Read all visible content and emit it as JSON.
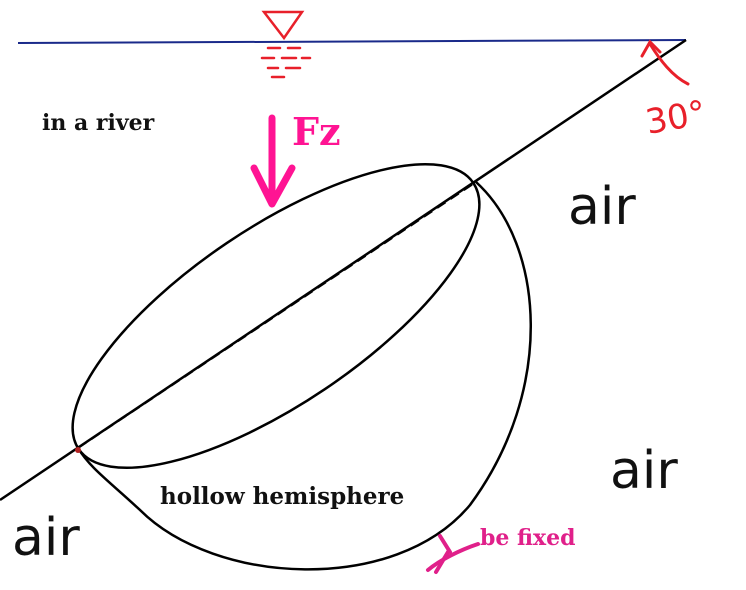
{
  "labels": {
    "region_river": "in a river",
    "force": "Fz",
    "air_right_top": "air",
    "air_right_bottom": "air",
    "air_left": "air",
    "hemisphere": "hollow hemisphere",
    "fixed": "be fixed",
    "angle": "30°"
  },
  "colors": {
    "water_line": "#1a2a8a",
    "outline": "#000000",
    "force_arrow": "#ff1493",
    "angle_mark": "#e8202a",
    "fixed_mark": "#e0208a",
    "text": "#111111"
  },
  "icons": {
    "free_surface": "water-surface-triangle-icon",
    "support": "fixed-support-icon"
  }
}
